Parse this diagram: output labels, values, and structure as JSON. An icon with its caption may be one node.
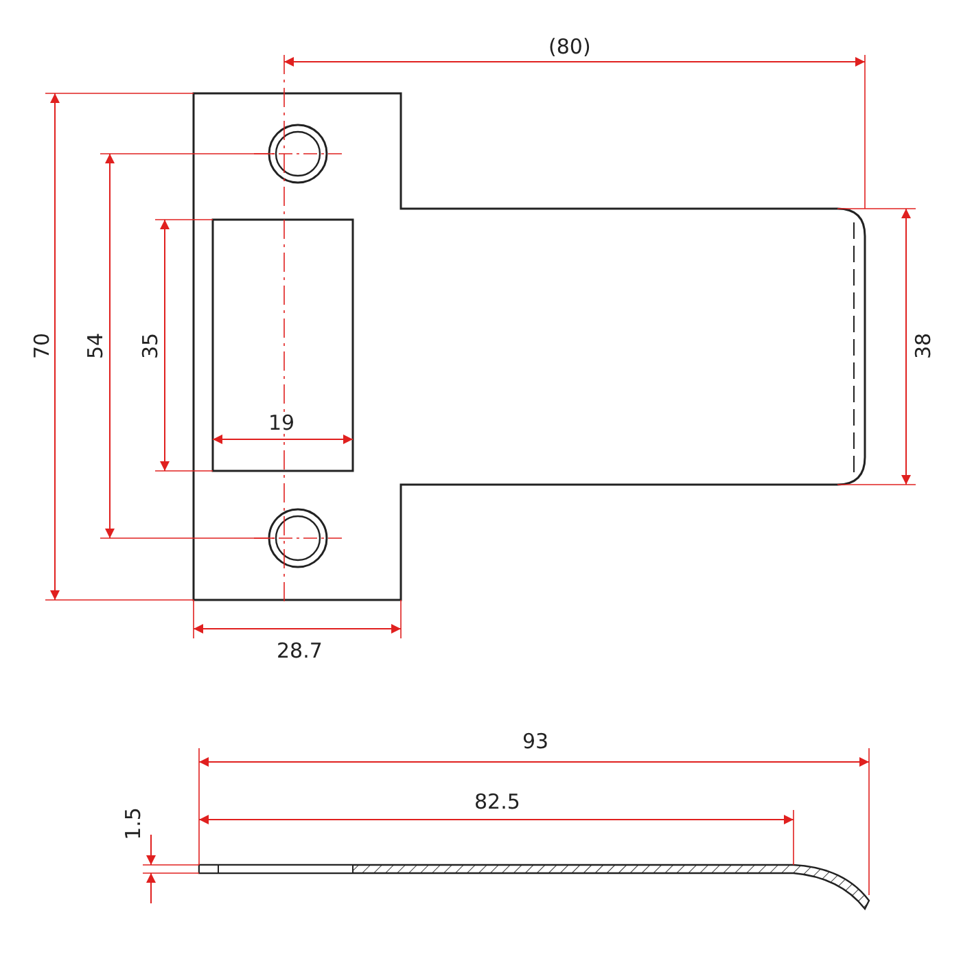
{
  "diagram": {
    "labels": [
      "(80)",
      "70",
      "54",
      "35",
      "38",
      "19",
      "28.7",
      "93",
      "82.5",
      "1.5"
    ]
  }
}
